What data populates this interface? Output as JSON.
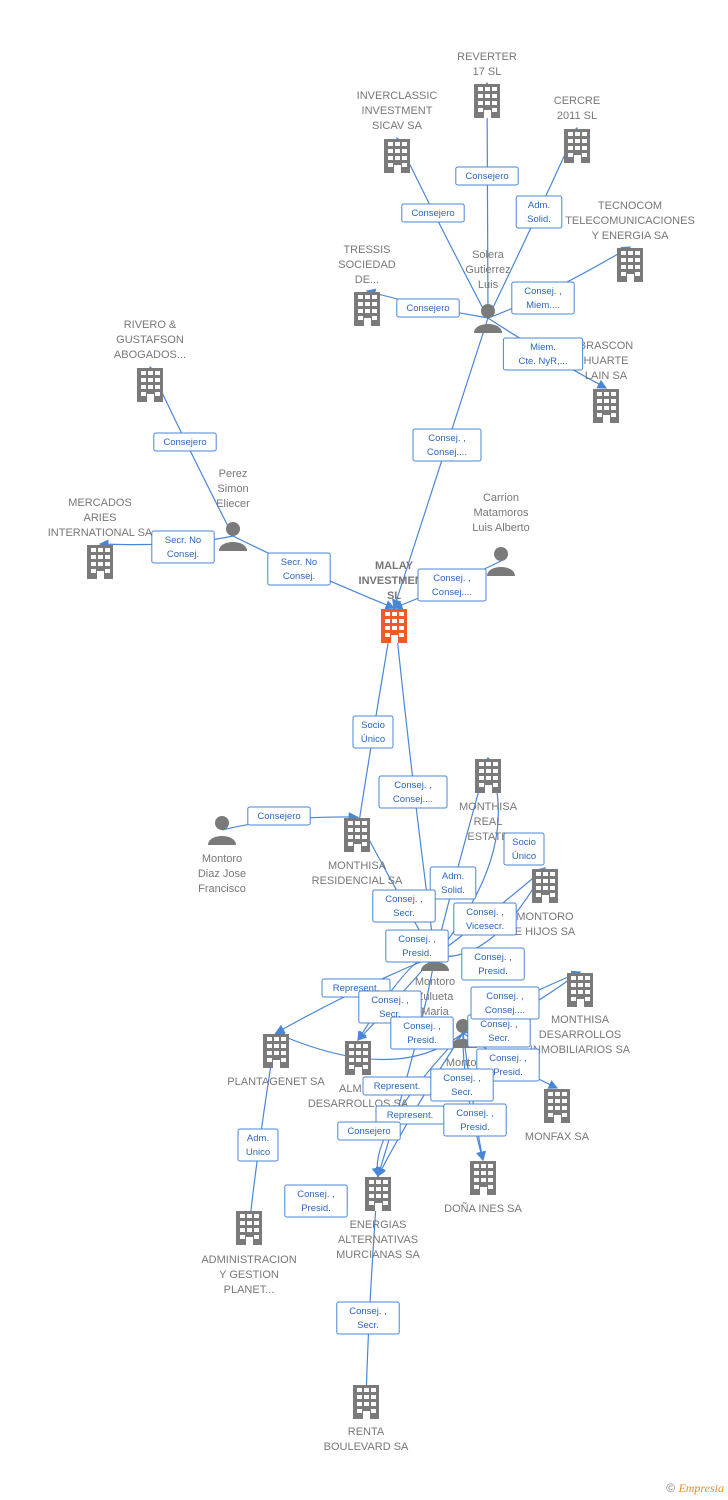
{
  "colors": {
    "building": "#7a7a7a",
    "focus": "#f05a28",
    "person": "#7a7a7a",
    "edge": "#4a86d6"
  },
  "nodes": [
    {
      "id": "reverter",
      "type": "company",
      "lines": [
        "REVERTER",
        "17 SL"
      ]
    },
    {
      "id": "inverclassic",
      "type": "company",
      "lines": [
        "INVERCLASSIC",
        "INVESTMENT",
        "SICAV SA"
      ]
    },
    {
      "id": "cercre",
      "type": "company",
      "lines": [
        "CERCRE",
        "2011 SL"
      ]
    },
    {
      "id": "tecnocom",
      "type": "company",
      "lines": [
        "TECNOCOM",
        "TELECOMUNICACIONES",
        "Y ENERGIA SA"
      ]
    },
    {
      "id": "tressis",
      "type": "company",
      "lines": [
        "TRESSIS",
        "SOCIEDAD",
        "DE..."
      ]
    },
    {
      "id": "solera",
      "type": "person",
      "lines": [
        "Solera",
        "Gutierrez",
        "Luis"
      ]
    },
    {
      "id": "rivero",
      "type": "company",
      "lines": [
        "RIVERO &",
        "GUSTAFSON",
        "ABOGADOS..."
      ]
    },
    {
      "id": "brascon",
      "type": "company",
      "lines": [
        "BRASCON",
        "HUARTE",
        "LAIN SA"
      ]
    },
    {
      "id": "perez",
      "type": "person",
      "lines": [
        "Perez",
        "Simon",
        "Eliecer"
      ]
    },
    {
      "id": "mercados",
      "type": "company",
      "lines": [
        "MERCADOS",
        "ARIES",
        "INTERNATIONAL SA"
      ]
    },
    {
      "id": "carrion",
      "type": "person",
      "lines": [
        "Carrion",
        "Matamoros",
        "Luis Alberto"
      ]
    },
    {
      "id": "malay",
      "type": "focus",
      "lines": [
        "MALAY",
        "INVESTMENT",
        "SL"
      ]
    },
    {
      "id": "monthisa_real",
      "type": "company",
      "lines": [
        "MONTHISA",
        "REAL",
        "ESTATE"
      ]
    },
    {
      "id": "montoro_diaz",
      "type": "person",
      "lines": [
        "Montoro",
        "Diaz Jose",
        "Francisco"
      ]
    },
    {
      "id": "monthisa_res",
      "type": "company",
      "lines": [
        "MONTHISA",
        "RESIDENCIAL SA"
      ]
    },
    {
      "id": "montoro_hijos",
      "type": "company",
      "lines": [
        "MONTORO",
        "E HIJOS SA"
      ]
    },
    {
      "id": "montoro_maria",
      "type": "person",
      "lines": [
        "Montoro",
        "Zulueta",
        "Maria"
      ]
    },
    {
      "id": "monthisa_des",
      "type": "company",
      "lines": [
        "MONTHISA",
        "DESARROLLOS",
        "INMOBILIARIOS SA"
      ]
    },
    {
      "id": "plantagenet",
      "type": "company",
      "lines": [
        "PLANTAGENET SA"
      ]
    },
    {
      "id": "almen",
      "type": "company",
      "lines": [
        "ALMEN",
        "DESARROLLOS SA"
      ]
    },
    {
      "id": "montor2",
      "type": "person",
      "lines": [
        "Montor"
      ]
    },
    {
      "id": "monfax",
      "type": "company",
      "lines": [
        "MONFAX SA"
      ]
    },
    {
      "id": "donaines",
      "type": "company",
      "lines": [
        "DOÑA INES SA"
      ]
    },
    {
      "id": "energias",
      "type": "company",
      "lines": [
        "ENERGIAS",
        "ALTERNATIVAS",
        "MURCIANAS SA"
      ]
    },
    {
      "id": "admin",
      "type": "company",
      "lines": [
        "ADMINISTRACION",
        "Y GESTION",
        "PLANET..."
      ]
    },
    {
      "id": "renta",
      "type": "company",
      "lines": [
        "RENTA",
        "BOULEVARD SA"
      ]
    }
  ],
  "edge_labels": [
    [
      "Consejero"
    ],
    [
      "Consejero"
    ],
    [
      "Adm.",
      "Solid."
    ],
    [
      "Consejero"
    ],
    [
      "Consej. ,",
      "Miem...."
    ],
    [
      "Miem.",
      "Cte. NyR,..."
    ],
    [
      "Consej. ,",
      "Consej...."
    ],
    [
      "Consejero"
    ],
    [
      "Secr.  No",
      "Consej."
    ],
    [
      "Secr.  No",
      "Consej."
    ],
    [
      "Consej. ,",
      "Consej...."
    ],
    [
      "Socio",
      "Único"
    ],
    [
      "Consej. ,",
      "Consej...."
    ],
    [
      "Consejero"
    ],
    [
      "Socio",
      "Único"
    ],
    [
      "Adm.",
      "Solid."
    ],
    [
      "Consej. ,",
      "Secr."
    ],
    [
      "Consej. ,",
      "Vicesecr."
    ],
    [
      "Consej. ,",
      "Presid."
    ],
    [
      "Consej. ,",
      "Presid."
    ],
    [
      "Represent."
    ],
    [
      "Consej. ,",
      "Secr."
    ],
    [
      "Consej. ,",
      "Presid."
    ],
    [
      "Consej. ,",
      "Secr."
    ],
    [
      "Consej. ,",
      "Presid."
    ],
    [
      "Represent."
    ],
    [
      "Consej. ,",
      "Secr."
    ],
    [
      "Represent."
    ],
    [
      "Consej. ,",
      "Presid."
    ],
    [
      "Consejero"
    ],
    [
      "Adm.",
      "Unico"
    ],
    [
      "Consej. ,",
      "Presid."
    ],
    [
      "Consej. ,",
      "Secr."
    ],
    [
      "Consej. ,",
      "Consej...."
    ]
  ],
  "footer": {
    "copyright": "©",
    "brand": "Empresia"
  }
}
